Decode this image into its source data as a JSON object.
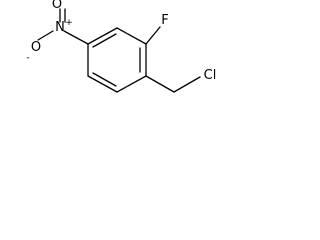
{
  "molecule": {
    "atoms": {
      "oxygen_top": "O",
      "nitrogen": "N",
      "oxygen_left": "O",
      "fluorine": "F",
      "chlorine": "Cl"
    },
    "charges": {
      "nitrogen": "+",
      "oxygen_left": "-"
    }
  }
}
